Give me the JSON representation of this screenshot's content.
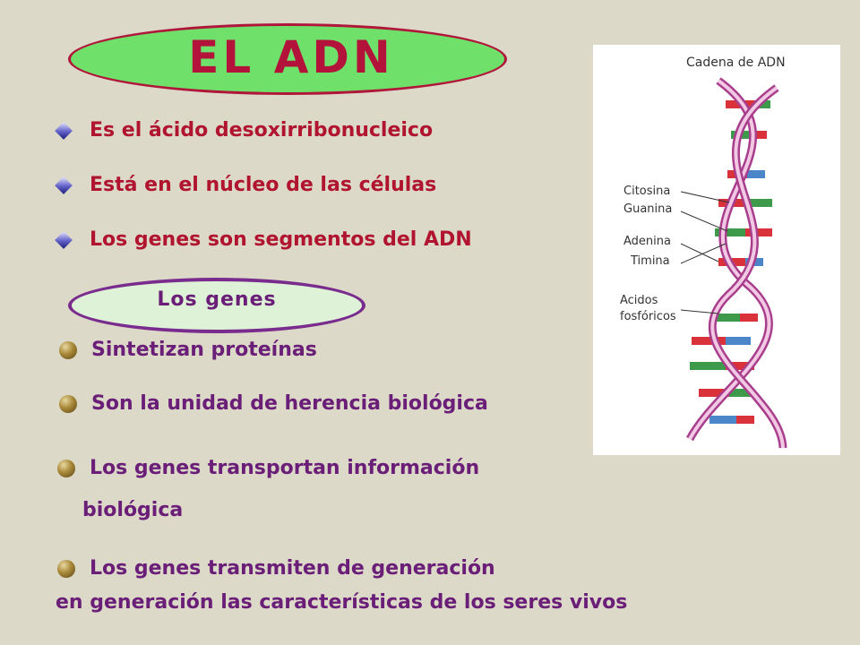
{
  "title": "EL  ADN",
  "adn_bullets": [
    "Es el ácido desoxirribonucleico",
    "Está en el núcleo de las células",
    "Los genes son segmentos del ADN"
  ],
  "genes_heading": "Los genes",
  "genes_bullets": [
    "Sintetizan proteínas",
    "Son la unidad de herencia biológica"
  ],
  "transport": {
    "line1": "Los genes transportan información",
    "line2": "biológica"
  },
  "transmit": {
    "line1": "Los genes transmiten  de generación",
    "line2": "en generación las características  de los seres vivos"
  },
  "diagram": {
    "title": "Cadena de ADN",
    "labels": {
      "citosina": "Citosina",
      "guanina": "Guanina",
      "adenina": "Adenina",
      "timina": "Timina",
      "acidos": "Acidos",
      "fosforicos": "fosfóricos"
    }
  },
  "icons": {
    "adn_bullet": "diamond-icon",
    "genes_bullet": "bronze-ball-icon"
  },
  "colors": {
    "background": "#dcd9c8",
    "title_oval": "#6fe06a",
    "title_text": "#b3123a",
    "red_text": "#b0142e",
    "purple_text": "#6a1e78",
    "genes_oval": "#ddf2d6"
  }
}
